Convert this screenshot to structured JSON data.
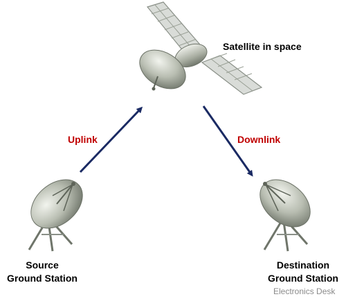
{
  "satellite": {
    "label": "Satellite in space"
  },
  "links": {
    "uplink": "Uplink",
    "downlink": "Downlink"
  },
  "stations": {
    "source": {
      "line1": "Source",
      "line2": "Ground Station"
    },
    "destination": {
      "line1": "Destination",
      "line2": "Ground Station"
    }
  },
  "watermark": "Electronics Desk",
  "colors": {
    "arrow": "#1a2a63",
    "link_text": "#c00000",
    "label_text": "#000000",
    "panel_fill": "#d9dcd8",
    "dish_fill": "#b9beb3"
  },
  "icons": {
    "satellite": "satellite-icon",
    "source_station": "satellite-dish-icon",
    "destination_station": "satellite-dish-icon"
  }
}
